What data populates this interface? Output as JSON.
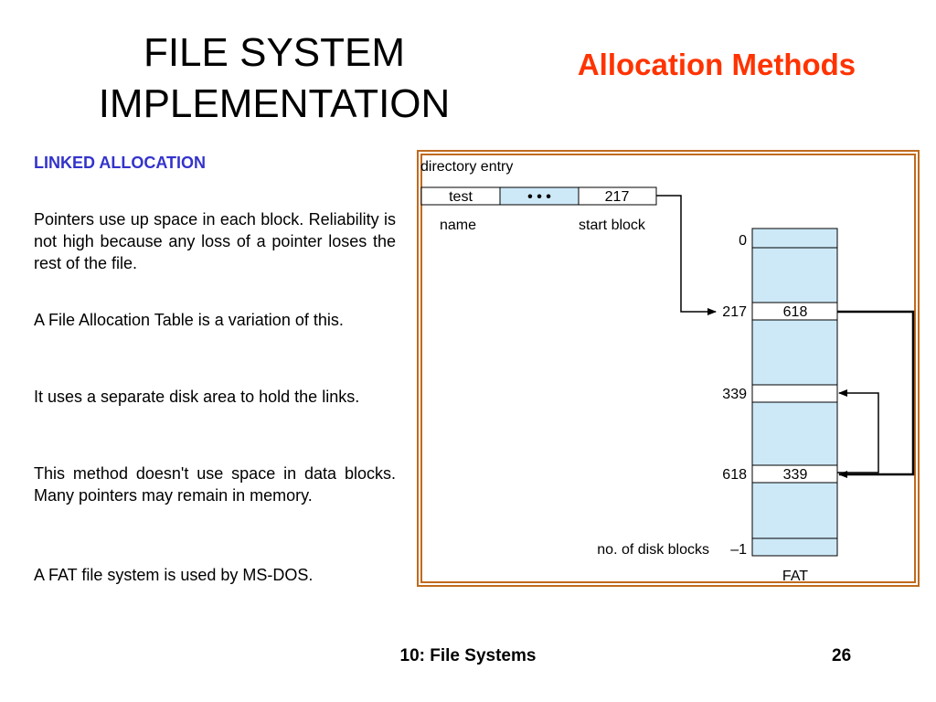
{
  "slide": {
    "title_line1": "FILE SYSTEM",
    "title_line2": "IMPLEMENTATION",
    "subtitle": "Allocation Methods",
    "section_heading": "LINKED ALLOCATION",
    "paragraphs": [
      "Pointers use up space in each block. Reliability is not high because any loss of a pointer loses the rest of the file.",
      "A File Allocation Table is a variation of this.",
      "It uses a separate disk area to hold the links.",
      "This method doesn't use space in data blocks. Many pointers may remain in memory.",
      "A FAT file system is used by MS-DOS."
    ]
  },
  "figure": {
    "directory_entry_label": "directory entry",
    "entry_name_value": "test",
    "entry_middle_value": "• • •",
    "entry_start_value": "217",
    "name_caption": "name",
    "start_block_caption": "start block",
    "fat_row_labels": [
      "0",
      "217",
      "339",
      "618",
      "no. of disk blocks",
      "–1"
    ],
    "fat_values": {
      "block_217": "618",
      "block_618": "339"
    },
    "fat_caption": "FAT",
    "colors": {
      "frame": "#c06a1e",
      "cell_fill": "#cde9f7",
      "arrow": "#000000"
    }
  },
  "footer": {
    "chapter": "10: File Systems",
    "page_number": "26"
  }
}
